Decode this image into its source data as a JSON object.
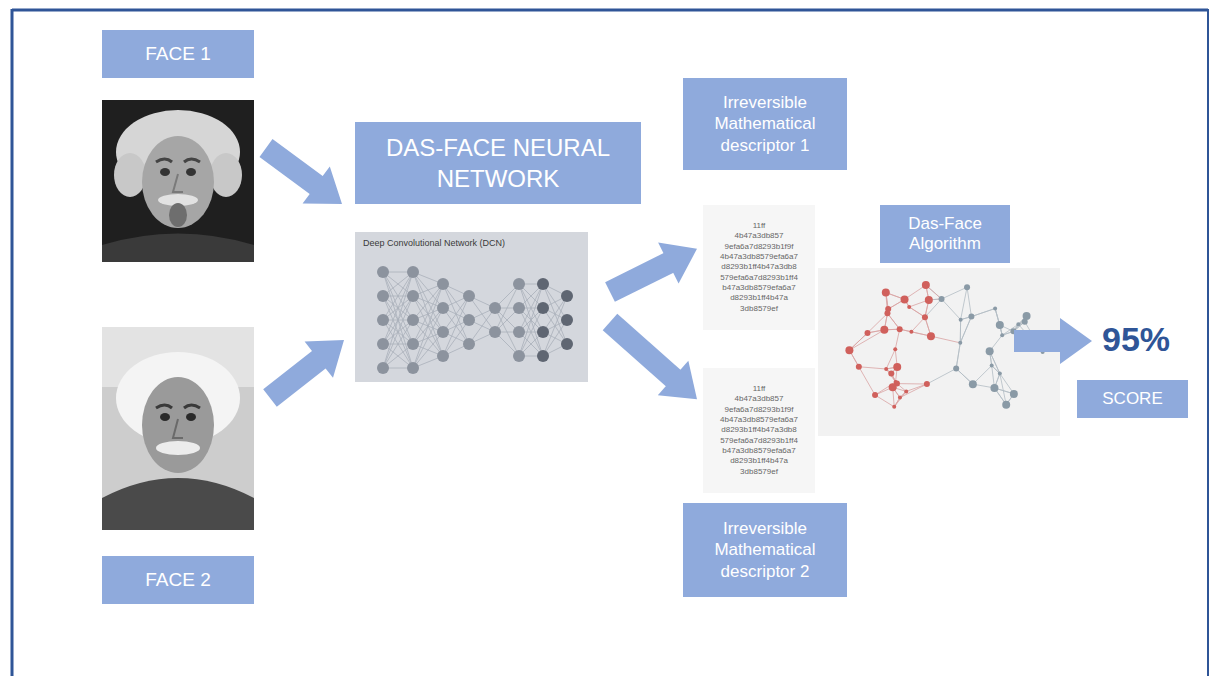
{
  "diagram": {
    "nodes": [
      {
        "text": [
          "FACE 1"
        ]
      },
      {
        "text": [
          "FACE 2"
        ]
      },
      {
        "text": [
          "DAS-FACE NEURAL NETWORK"
        ]
      },
      {
        "text": [
          "Deep Convolutional Network (DCN)"
        ]
      },
      {
        "text": [
          "Irreversible Mathematical descriptor 1"
        ]
      },
      {
        "text": [
          "11ff 4b47a3db857 9efa6a7d8293b1f9f 4b47a3db8579efa6a7 d8293b1ff4b47a3db8 579efa6a7d8293b1ff4 b47a3db8579efa6a7 d8293b1ff4b47a 3db8579ef"
        ]
      },
      {
        "text": [
          "11ff 4b47a3db857 9efa6a7d8293b1f9f 4b47a3db8579efa6a7 d8293b1ff4b47a3db8 579efa6a7d8293b1ff4 b47a3db8579efa6a7 d8293b1ff4b47a 3db8579ef"
        ]
      },
      {
        "text": [
          "Irreversible Mathematical descriptor 2"
        ]
      },
      {
        "text": [
          "Das-Face Algorithm"
        ]
      },
      {
        "text": [
          "SCORE"
        ]
      }
    ],
    "edges": [
      {
        "from": 3,
        "to": 5,
        "arrow": "to"
      },
      {
        "from": 3,
        "to": 6,
        "arrow": "to"
      }
    ],
    "labels": [
      "95%"
    ]
  }
}
